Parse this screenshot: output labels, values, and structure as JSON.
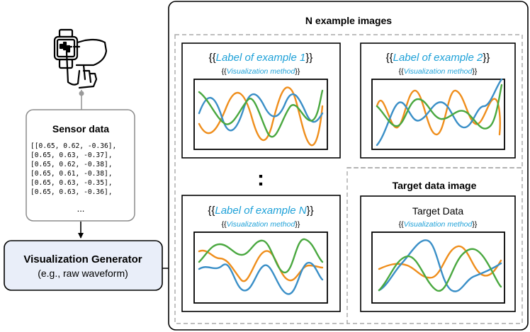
{
  "sensor": {
    "title": "Sensor data",
    "rows": [
      "[[0.65, 0.62, -0.36],",
      "[0.65, 0.63, -0.37],",
      "[0.65, 0.62, -0.38],",
      "[0.65, 0.61, -0.38],",
      "[0.65, 0.63, -0.35],",
      "[0.65, 0.63, -0.36],"
    ],
    "ellipsis": "..."
  },
  "generator": {
    "title": "Visualization Generator",
    "subtitle": "(e.g., raw waveform)"
  },
  "examples_title": "N example images",
  "target_title": "Target data image",
  "vertical_ellipsis": ":",
  "examples": [
    {
      "label": "Label of example 1",
      "method": "Visualization method"
    },
    {
      "label": "Label of example 2",
      "method": "Visualization method"
    },
    {
      "label": "Label of example N",
      "method": "Visualization method"
    }
  ],
  "target": {
    "label": "Target Data",
    "method": "Visualization method"
  },
  "colors": {
    "blue": "#3a8fc7",
    "orange": "#ef8e1c",
    "green": "#4aa840",
    "cyan_text": "#1ea1d8",
    "generator_fill": "#e9eef9",
    "dash": "#a8a8a8"
  }
}
